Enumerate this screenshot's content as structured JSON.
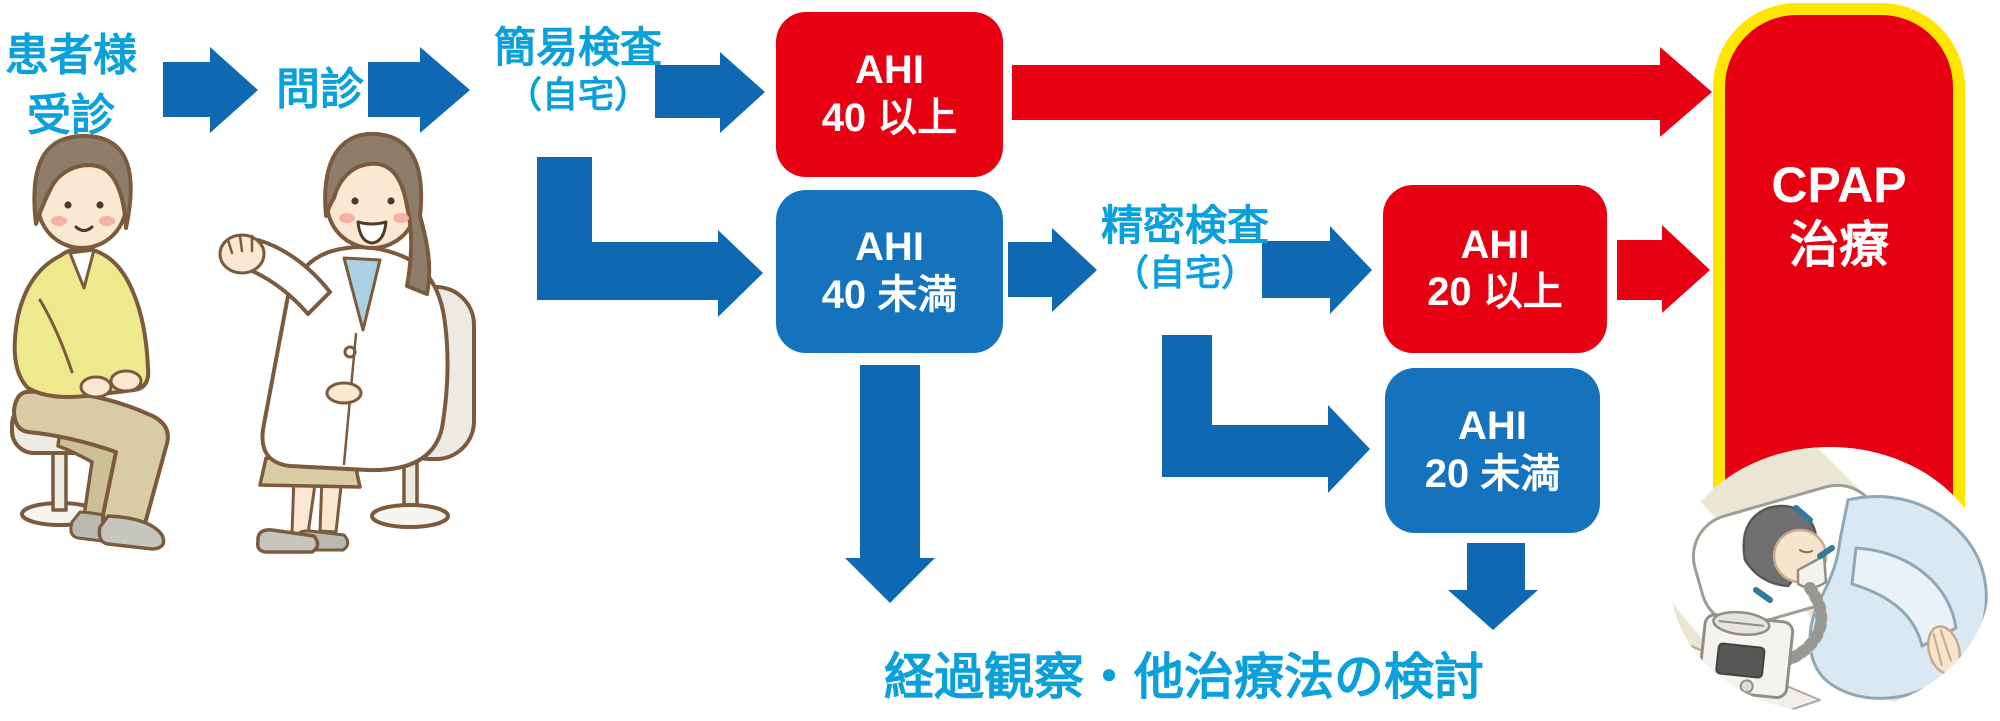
{
  "palette": {
    "light_blue": "#0AA0DC",
    "arrow_blue": "#0F68B2",
    "box_blue": "#1573BD",
    "red": "#E60012",
    "yellow": "#FFE600",
    "outline_brown": "#7B5A3E"
  },
  "nodes": {
    "patient_visit": {
      "lines": [
        "患者様",
        "受診"
      ]
    },
    "interview": {
      "label": "問診"
    },
    "simple_test": {
      "lines": [
        "簡易検査",
        "（自宅）"
      ]
    },
    "ahi40_over": {
      "lines": [
        "AHI",
        "40 以上"
      ]
    },
    "ahi40_under": {
      "lines": [
        "AHI",
        "40 未満"
      ]
    },
    "detailed_test": {
      "lines": [
        "精密検査",
        "（自宅）"
      ]
    },
    "ahi20_over": {
      "lines": [
        "AHI",
        "20 以上"
      ]
    },
    "ahi20_under": {
      "lines": [
        "AHI",
        "20 未満"
      ]
    },
    "cpap": {
      "lines": [
        "CPAP",
        "治療"
      ]
    },
    "followup": {
      "label": "経過観察・他治療法の検討"
    }
  },
  "flow": [
    {
      "from": "患者様受診",
      "to": "問診",
      "color": "blue"
    },
    {
      "from": "問診",
      "to": "簡易検査（自宅）",
      "color": "blue"
    },
    {
      "from": "簡易検査（自宅）",
      "to": "AHI 40以上",
      "color": "blue"
    },
    {
      "from": "簡易検査（自宅）",
      "to": "AHI 40未満",
      "color": "blue"
    },
    {
      "from": "AHI 40以上",
      "to": "CPAP治療",
      "color": "red"
    },
    {
      "from": "AHI 40未満",
      "to": "精密検査（自宅）",
      "color": "blue"
    },
    {
      "from": "AHI 40未満",
      "to": "経過観察・他治療法の検討",
      "color": "blue"
    },
    {
      "from": "精密検査（自宅）",
      "to": "AHI 20以上",
      "color": "blue"
    },
    {
      "from": "精密検査（自宅）",
      "to": "AHI 20未満",
      "color": "blue"
    },
    {
      "from": "AHI 20以上",
      "to": "CPAP治療",
      "color": "red"
    },
    {
      "from": "AHI 20未満",
      "to": "経過観察・他治療法の検討",
      "color": "blue"
    }
  ],
  "illustrations": {
    "consultation": "patient-and-doctor-consultation",
    "cpap_sleep": "patient-sleeping-with-cpap-machine"
  }
}
